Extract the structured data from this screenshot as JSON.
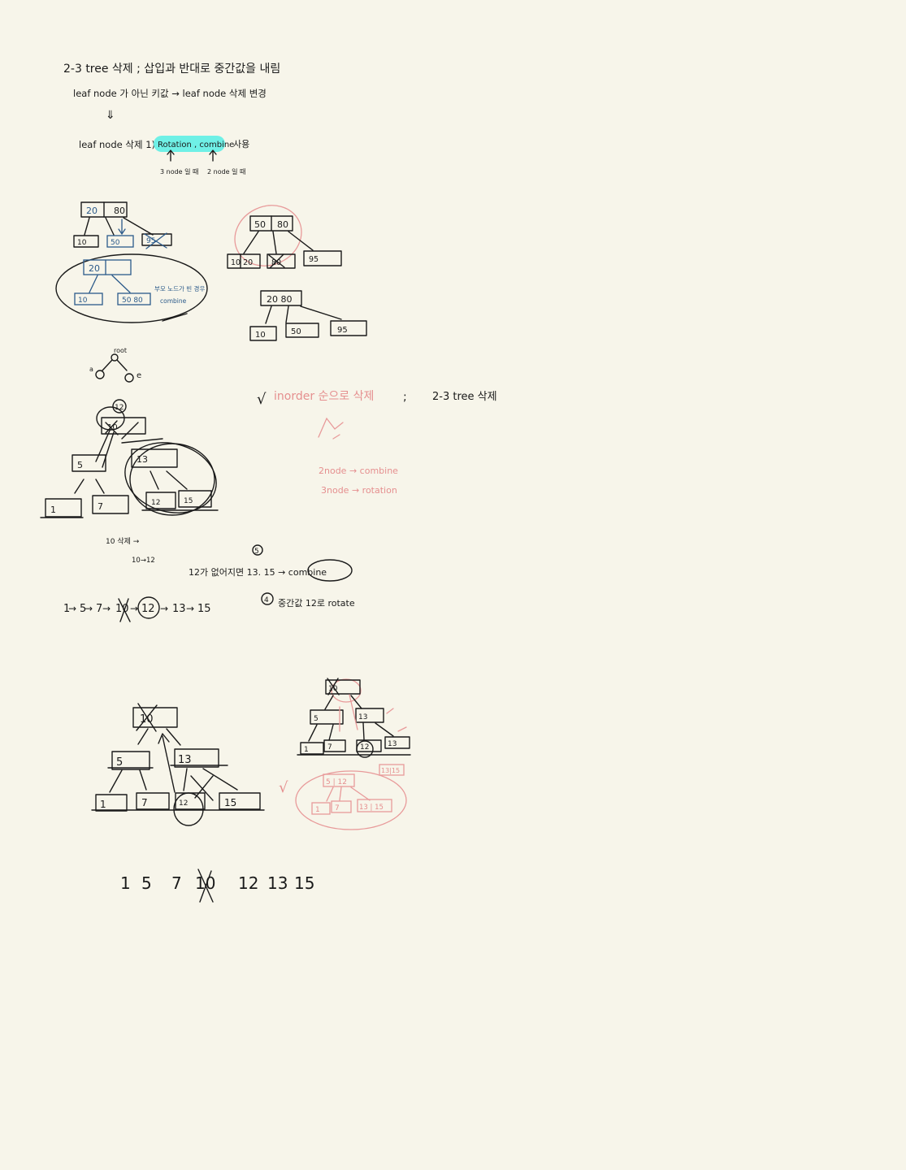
{
  "colors": {
    "paper": "#f7f5ea",
    "ink": "#1a1a1a",
    "blue_ink": "#2b5a8a",
    "pink_ink": "#e89a9a",
    "highlight": "#6ff0e6"
  },
  "notes": {
    "line1": "2-3 tree 삭제 ; 삽입과 반대로 중간값을 내림",
    "line2": "leaf node 가 아닌 키값 → leaf node 삭제 변경",
    "arrow": "⇓",
    "line3_prefix": "leaf node 삭제 1)",
    "line3_highlight": "Rotation , combine",
    "line3_suffix": "사용",
    "sub_left": "3 node 일 때",
    "sub_right": "2 node 일 때"
  },
  "tree_a": {
    "root": [
      "20",
      "80"
    ],
    "leaves": [
      "10",
      "50",
      "95"
    ],
    "result_root": "20",
    "result_leaves": [
      "10",
      "50 80"
    ],
    "note_line1": "부모 노드가 빈 경우",
    "note_line2": "combine"
  },
  "tree_b": {
    "root": [
      "50",
      "80"
    ],
    "leaves": [
      "10 20",
      "80",
      "95"
    ],
    "result_root": "20 80",
    "result_leaves": [
      "10",
      "50",
      "95"
    ]
  },
  "small_tree": {
    "root_label": "root",
    "left_label": "a",
    "right_label": "e"
  },
  "inorder_note": {
    "check": "√",
    "pink_text": "inorder 순으로 삭제",
    "black_text": "2-3 tree 삭제",
    "line_2node": "2node → combine",
    "line_3node": "3node → rotation"
  },
  "tree_c": {
    "circle_label": "12",
    "root": "10",
    "left": "5",
    "right": "13",
    "leaves": [
      "1",
      "7",
      "12",
      "15"
    ]
  },
  "deletion_notes": {
    "line1": "10 삭제 →",
    "line2": "10→12",
    "circle_num": "5",
    "line3": "12가 없어지면 13. 15 → combine",
    "line4_num": "4",
    "line4": "중간값 12로 rotate",
    "sequence": [
      "1",
      "5",
      "7",
      "10",
      "12",
      "13",
      "15"
    ]
  },
  "tree_d": {
    "root": "10",
    "left": "5",
    "right": "13",
    "leaves": [
      "1",
      "7",
      "12",
      "15"
    ]
  },
  "tree_e": {
    "root": "10",
    "left": "5",
    "right": "13",
    "leaves": [
      "1",
      "7",
      "12",
      "13"
    ],
    "pink_root": "5 | 12",
    "pink_leaves": [
      "1",
      "7",
      "13 | 15"
    ],
    "pink_aside": "13|15"
  },
  "bottom_sequence": [
    "1",
    "5",
    "7",
    "10",
    "12",
    "13",
    "15"
  ]
}
